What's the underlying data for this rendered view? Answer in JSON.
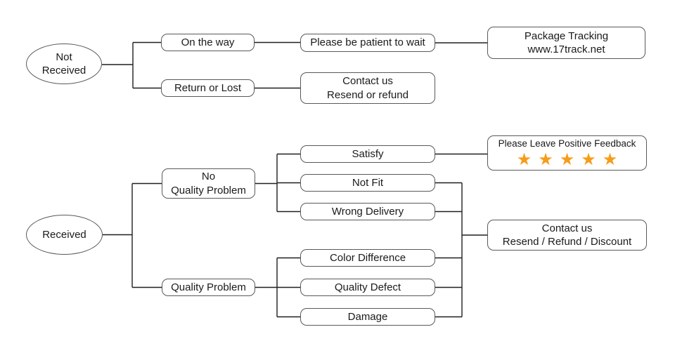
{
  "colors": {
    "background": "#ffffff",
    "line": "#1f1f1f",
    "box_border": "#595959",
    "text": "#1a1a1a",
    "star": "#f79c1a"
  },
  "nodes": {
    "not_received": {
      "line1": "Not",
      "line2": "Received"
    },
    "on_the_way": {
      "label": "On the way"
    },
    "return_or_lost": {
      "label": "Return or Lost"
    },
    "please_be_patient": {
      "label": "Please be patient to wait"
    },
    "package_tracking": {
      "line1": "Package Tracking",
      "line2": "www.17track.net"
    },
    "contact_us_top": {
      "line1": "Contact us",
      "line2": "Resend or refund"
    },
    "received": {
      "label": "Received"
    },
    "no_quality_problem": {
      "line1": "No",
      "line2": "Quality Problem"
    },
    "quality_problem": {
      "label": "Quality Problem"
    },
    "satisfy": {
      "label": "Satisfy"
    },
    "not_fit": {
      "label": "Not Fit"
    },
    "wrong_delivery": {
      "label": "Wrong Delivery"
    },
    "color_difference": {
      "label": "Color Difference"
    },
    "quality_defect": {
      "label": "Quality Defect"
    },
    "damage": {
      "label": "Damage"
    },
    "positive_feedback": {
      "label": "Please Leave Positive Feedback",
      "stars_count": 5,
      "stars_text": "★★★★★"
    },
    "contact_us_bottom": {
      "line1": "Contact us",
      "line2": "Resend / Refund / Discount"
    }
  },
  "edges": [
    {
      "from": "not_received",
      "to": "on_the_way"
    },
    {
      "from": "not_received",
      "to": "return_or_lost"
    },
    {
      "from": "on_the_way",
      "to": "please_be_patient"
    },
    {
      "from": "please_be_patient",
      "to": "package_tracking"
    },
    {
      "from": "return_or_lost",
      "to": "contact_us_top"
    },
    {
      "from": "received",
      "to": "no_quality_problem"
    },
    {
      "from": "received",
      "to": "quality_problem"
    },
    {
      "from": "no_quality_problem",
      "to": "satisfy"
    },
    {
      "from": "no_quality_problem",
      "to": "not_fit"
    },
    {
      "from": "no_quality_problem",
      "to": "wrong_delivery"
    },
    {
      "from": "quality_problem",
      "to": "color_difference"
    },
    {
      "from": "quality_problem",
      "to": "quality_defect"
    },
    {
      "from": "quality_problem",
      "to": "damage"
    },
    {
      "from": "satisfy",
      "to": "positive_feedback"
    },
    {
      "from": "not_fit",
      "to": "contact_us_bottom"
    },
    {
      "from": "wrong_delivery",
      "to": "contact_us_bottom"
    },
    {
      "from": "color_difference",
      "to": "contact_us_bottom"
    },
    {
      "from": "quality_defect",
      "to": "contact_us_bottom"
    },
    {
      "from": "damage",
      "to": "contact_us_bottom"
    }
  ]
}
